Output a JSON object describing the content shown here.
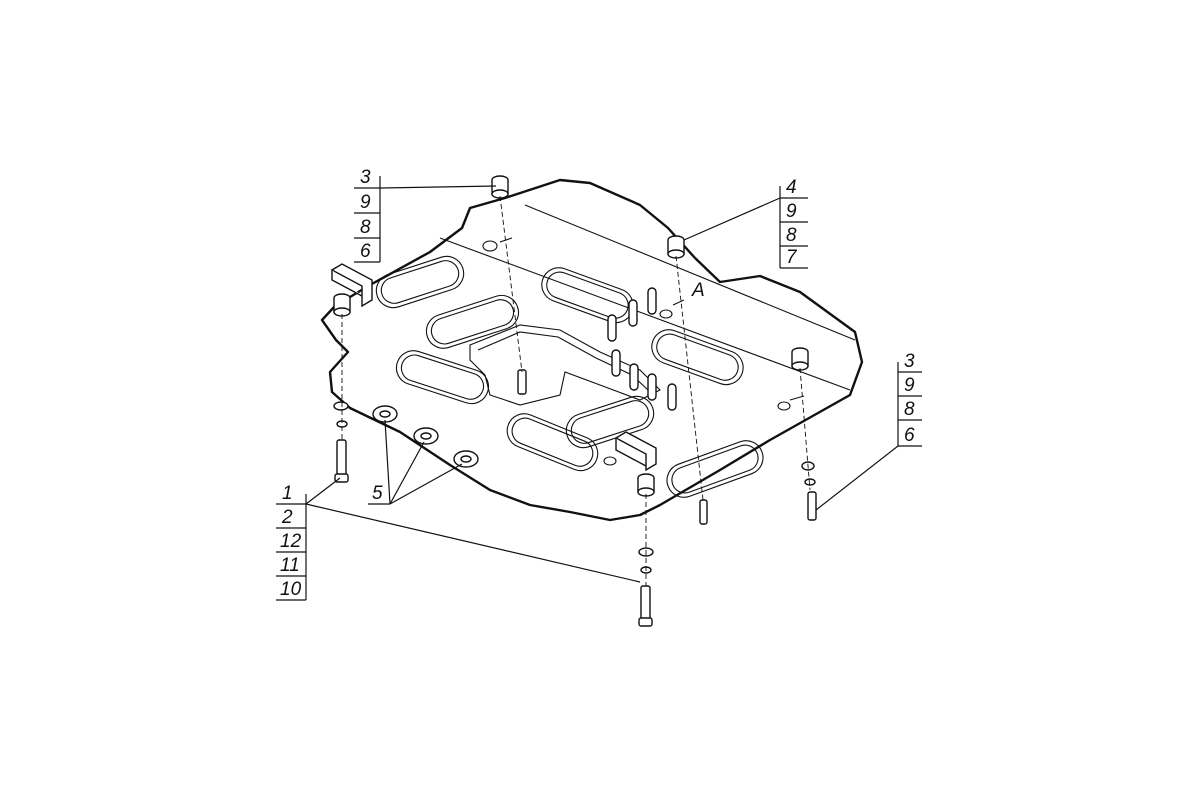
{
  "callouts": [
    {
      "id": "group-top-left",
      "numbers": [
        "3",
        "9",
        "8",
        "6"
      ]
    },
    {
      "id": "group-top-right",
      "numbers": [
        "4",
        "9",
        "8",
        "7"
      ]
    },
    {
      "id": "group-right",
      "numbers": [
        "3",
        "9",
        "8",
        "6"
      ]
    },
    {
      "id": "group-bottom-left",
      "numbers": [
        "1",
        "2",
        "12",
        "11",
        "10"
      ]
    },
    {
      "id": "group-middle",
      "numbers": [
        "5"
      ]
    }
  ],
  "plate_mark": "A"
}
